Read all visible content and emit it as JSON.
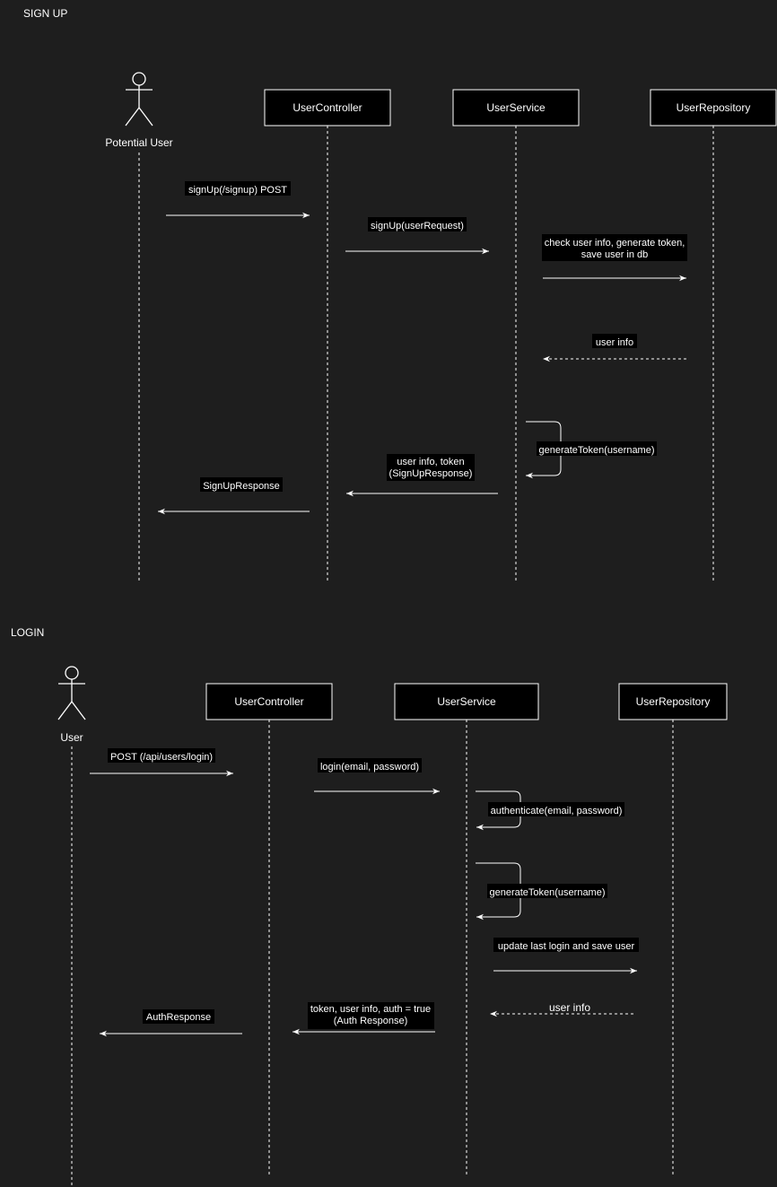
{
  "signup": {
    "section_title": "SIGN UP",
    "actor": "Potential User",
    "participants": [
      "UserController",
      "UserService",
      "UserRepository"
    ],
    "messages": [
      {
        "lines": [
          "signUp(/signup) POST"
        ]
      },
      {
        "lines": [
          "signUp(userRequest)"
        ]
      },
      {
        "lines": [
          "check user info, generate token,",
          "save user in db"
        ]
      },
      {
        "lines": [
          "user info"
        ]
      },
      {
        "lines": [
          "generateToken(username)"
        ]
      },
      {
        "lines": [
          "user info, token",
          "(SignUpResponse)"
        ]
      },
      {
        "lines": [
          "SignUpResponse"
        ]
      }
    ]
  },
  "login": {
    "section_title": "LOGIN",
    "actor": "User",
    "participants": [
      "UserController",
      "UserService",
      "UserRepository"
    ],
    "messages": [
      {
        "lines": [
          "POST (/api/users/login)"
        ]
      },
      {
        "lines": [
          "login(email, password)"
        ]
      },
      {
        "lines": [
          "authenticate(email, password)"
        ]
      },
      {
        "lines": [
          "generateToken(username)"
        ]
      },
      {
        "lines": [
          "update last login and save user"
        ]
      },
      {
        "lines": [
          "user info"
        ]
      },
      {
        "lines": [
          "token, user info, auth = true",
          "(Auth Response)"
        ]
      },
      {
        "lines": [
          "AuthResponse"
        ]
      }
    ]
  },
  "colors": {
    "background": "#1e1e1e",
    "box_fill": "#000000",
    "line": "#ffffff",
    "text": "#ffffff"
  }
}
